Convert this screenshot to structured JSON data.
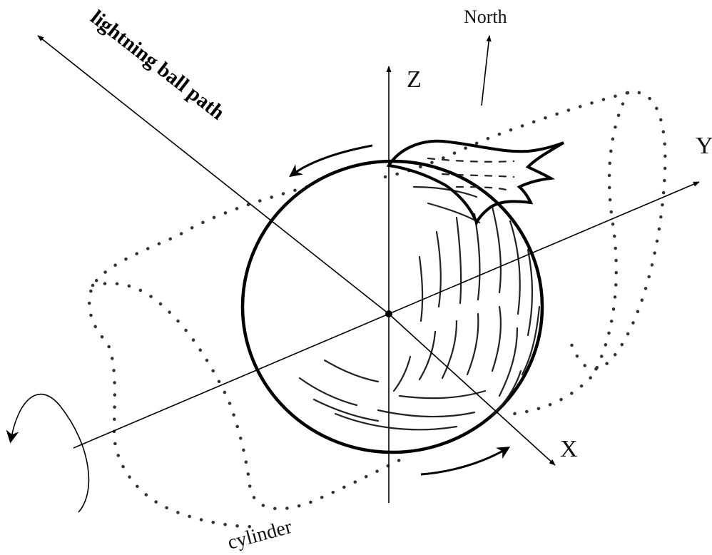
{
  "labels": {
    "z_axis": "Z",
    "y_axis": "Y",
    "x_axis": "X",
    "north": "North",
    "path": "lightning ball path",
    "cylinder": "cylinder"
  },
  "colors": {
    "ink": "#000000",
    "background": "#ffffff"
  }
}
